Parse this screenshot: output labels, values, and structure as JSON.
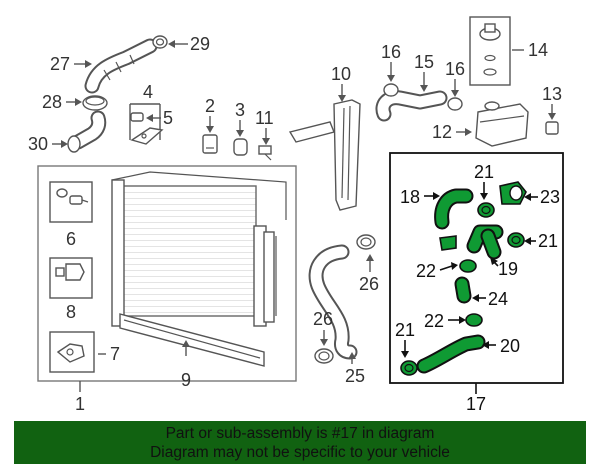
{
  "callouts": {
    "c1": "1",
    "c2": "2",
    "c3": "3",
    "c4": "4",
    "c5": "5",
    "c6": "6",
    "c7": "7",
    "c8": "8",
    "c9": "9",
    "c10": "10",
    "c11": "11",
    "c12": "12",
    "c13": "13",
    "c14": "14",
    "c15": "15",
    "c16": "16",
    "c17": "17",
    "c18": "18",
    "c19": "19",
    "c20": "20",
    "c21": "21",
    "c22": "22",
    "c23": "23",
    "c24": "24",
    "c25": "25",
    "c26": "26",
    "c27": "27",
    "c28": "28",
    "c29": "29",
    "c30": "30"
  },
  "highlight_color": "#0f9a33",
  "banner": {
    "line1": "Part or sub-assembly is #17 in diagram",
    "line2": "Diagram may not be specific to your vehicle",
    "background": "#116211"
  }
}
